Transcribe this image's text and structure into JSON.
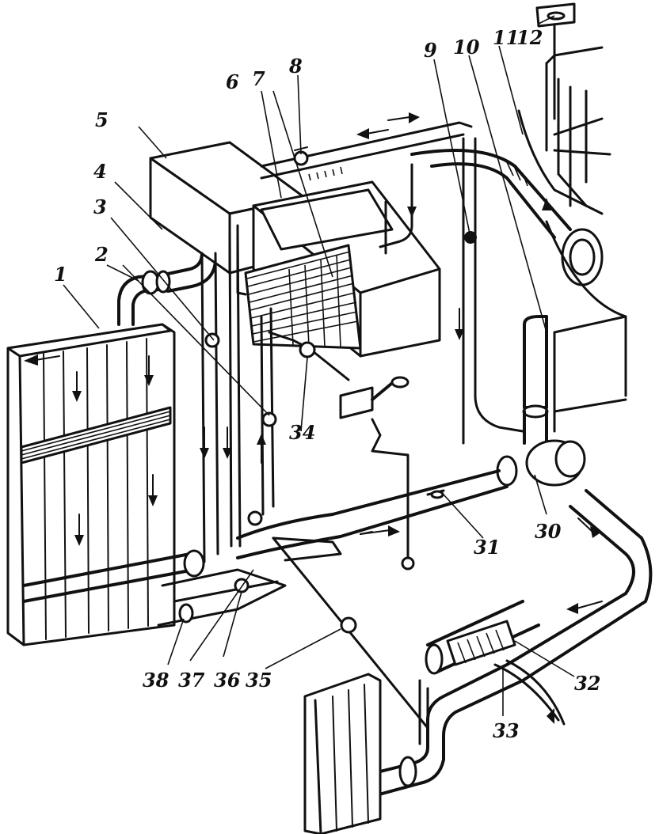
{
  "diagram": {
    "labels": {
      "l1": "1",
      "l2": "2",
      "l3": "3",
      "l4": "4",
      "l5": "5",
      "l6": "6",
      "l7": "7",
      "l8": "8",
      "l9": "9",
      "l10": "10",
      "l11": "11",
      "l12": "12",
      "l30": "30",
      "l31": "31",
      "l32": "32",
      "l33": "33",
      "l34": "34",
      "l35": "35",
      "l36": "36",
      "l37": "37",
      "l38": "38"
    },
    "colors": {
      "ink": "#111111",
      "paper": "#ffffff"
    }
  }
}
